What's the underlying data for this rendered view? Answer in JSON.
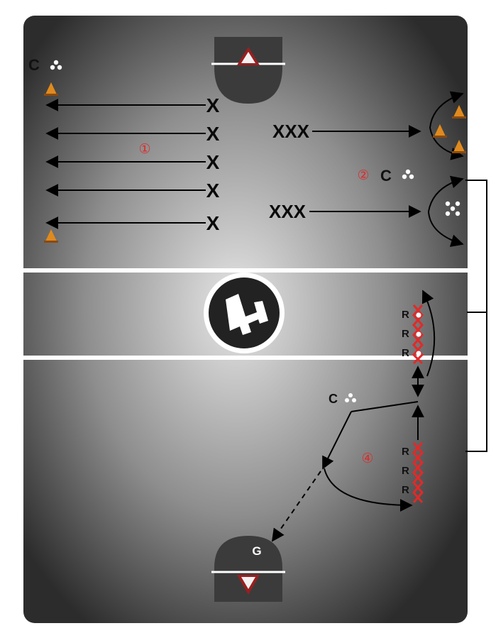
{
  "colors": {
    "field_center": "#e2e2e2",
    "field_edge": "#2e2e2e",
    "line": "#ffffff",
    "arrow": "#000000",
    "red_mark": "#e02a2a",
    "cone_orange": "#e08a1e",
    "goal_dark": "#3b3b3b",
    "goal_red": "#9a1f1f"
  },
  "labels": {
    "drill_1": "①",
    "drill_2": "②",
    "drill_4": "④",
    "coach": "C",
    "goalie": "G",
    "player_x": "X",
    "player_xxx": "XXX",
    "receiver": "R"
  },
  "icons": {
    "logo": "lacrosse-logo-icon",
    "ball": "ball-cluster-icon",
    "cone": "cone-icon",
    "goal": "goal-icon"
  }
}
